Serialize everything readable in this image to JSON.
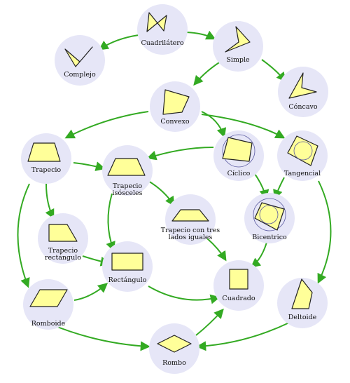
{
  "nodes": {
    "cuadrilatero": "Cuadrilátero",
    "complejo": "Complejo",
    "simple": "Simple",
    "concavo": "Cóncavo",
    "convexo": "Convexo",
    "trapecio": "Trapecio",
    "trapecio_isosceles_1": "Trapecio",
    "trapecio_isosceles_2": "isósceles",
    "ciclico": "Cíclico",
    "tangencial": "Tangencial",
    "trapecio_tres_lados_1": "Trapecio con tres",
    "trapecio_tres_lados_2": "lados iguales",
    "trapecio_rectangulo_1": "Trapecio",
    "trapecio_rectangulo_2": "rectángulo",
    "bicentrico": "Bicentrico",
    "rectangulo": "Rectángulo",
    "romboide": "Romboide",
    "cuadrado": "Cuadrado",
    "deltoide": "Deltoide",
    "rombo": "Rombo"
  },
  "colors": {
    "node_fill": "#e6e6f7",
    "shape_fill": "#ffff99",
    "arrow": "#33aa22"
  }
}
